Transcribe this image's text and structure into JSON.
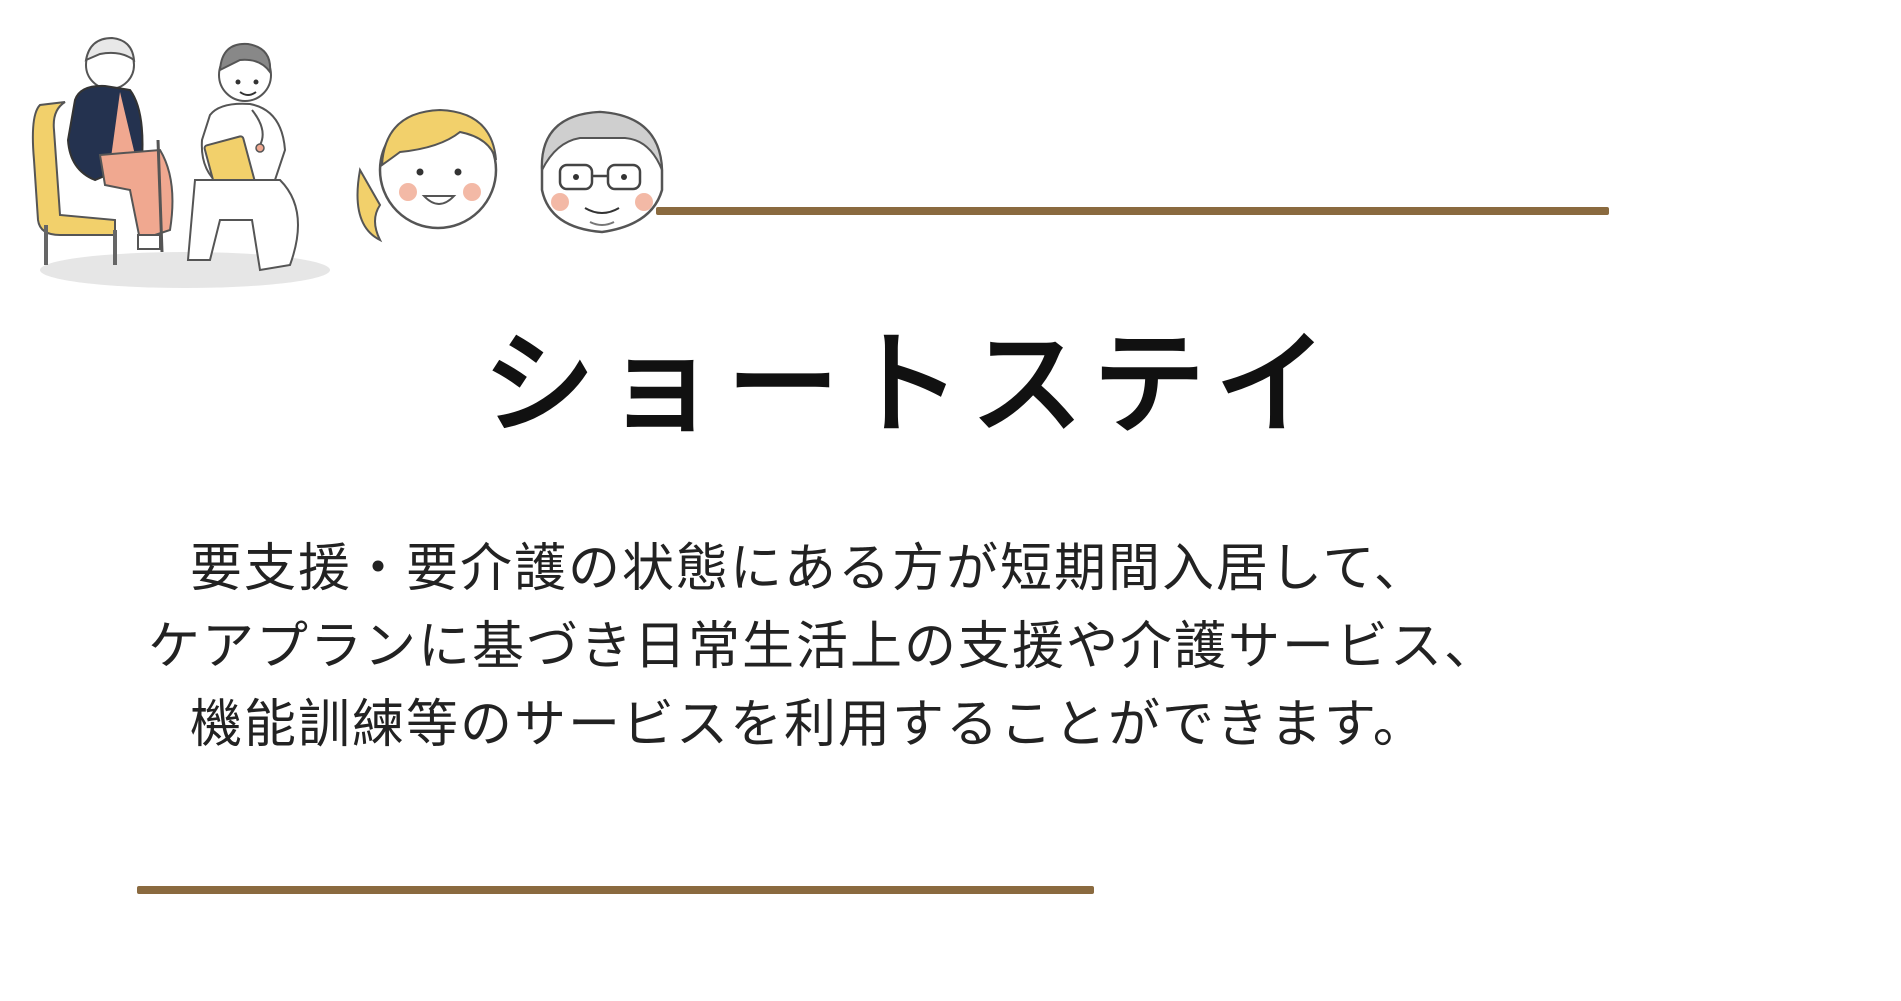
{
  "colors": {
    "rule": "#8a6a3f",
    "text": "#111111",
    "illustration_yellow": "#f2d06b",
    "illustration_navy": "#24324f",
    "illustration_pink": "#f0a890"
  },
  "illustration": {
    "icons": [
      "caregiver-with-elderly-woman-icon",
      "woman-face-icon",
      "elderly-man-face-icon"
    ]
  },
  "title": "ショートステイ",
  "description": {
    "lines": [
      "要支援・要介護の状態にある方が短期間入居して、",
      "ケアプランに基づき日常生活上の支援や介護サービス、",
      "機能訓練等のサービスを利用することができます。"
    ]
  }
}
